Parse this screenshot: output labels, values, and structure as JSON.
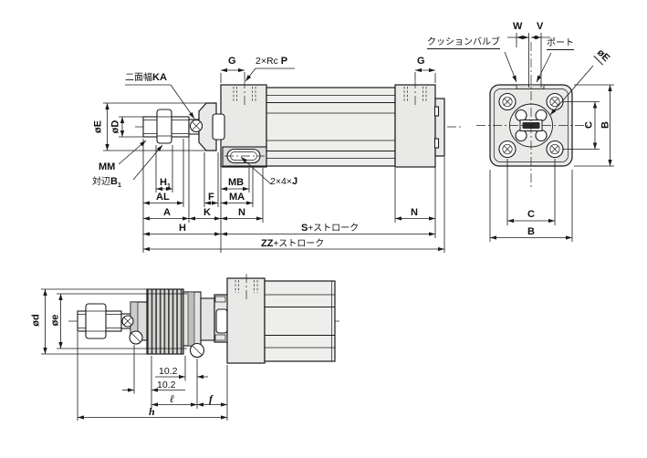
{
  "top_view": {
    "flat_width": {
      "prefix": "二面幅",
      "code": "KA"
    },
    "g_front": "G",
    "g_rear": "G",
    "port_thread": {
      "prefix": "2×Rc ",
      "code": "P"
    },
    "dia_e": "øE",
    "dia_d": "øD",
    "rod_thread_code": "MM",
    "nut_flats": {
      "prefix": "対辺",
      "code": "B",
      "sub": "1"
    },
    "mount_holes": {
      "prefix": "2×4×",
      "code": "J"
    },
    "dims": {
      "h1": {
        "code": "H",
        "sub": "1"
      },
      "al": "AL",
      "f": "F",
      "mb": "MB",
      "ma": "MA",
      "a": "A",
      "k": "K",
      "n_front": "N",
      "n_rear": "N",
      "h": "H",
      "s": {
        "code": "S",
        "suffix": "+ストローク"
      },
      "zz": {
        "code": "ZZ",
        "suffix": "+ストローク"
      }
    }
  },
  "end_view": {
    "w": "W",
    "v": "V",
    "cushion_valve": "クッションバルブ",
    "port": "ポート",
    "dia_e": "øE",
    "c_right": "C",
    "b_right": "B",
    "c_bottom": "C",
    "b_bottom": "B"
  },
  "bottom_view": {
    "dia_d": "ød",
    "dia_e": "øe",
    "dim_upper": "10.2",
    "dim_lower": "10.2",
    "boot_length": "ℓ",
    "f": "f",
    "h": "h"
  }
}
